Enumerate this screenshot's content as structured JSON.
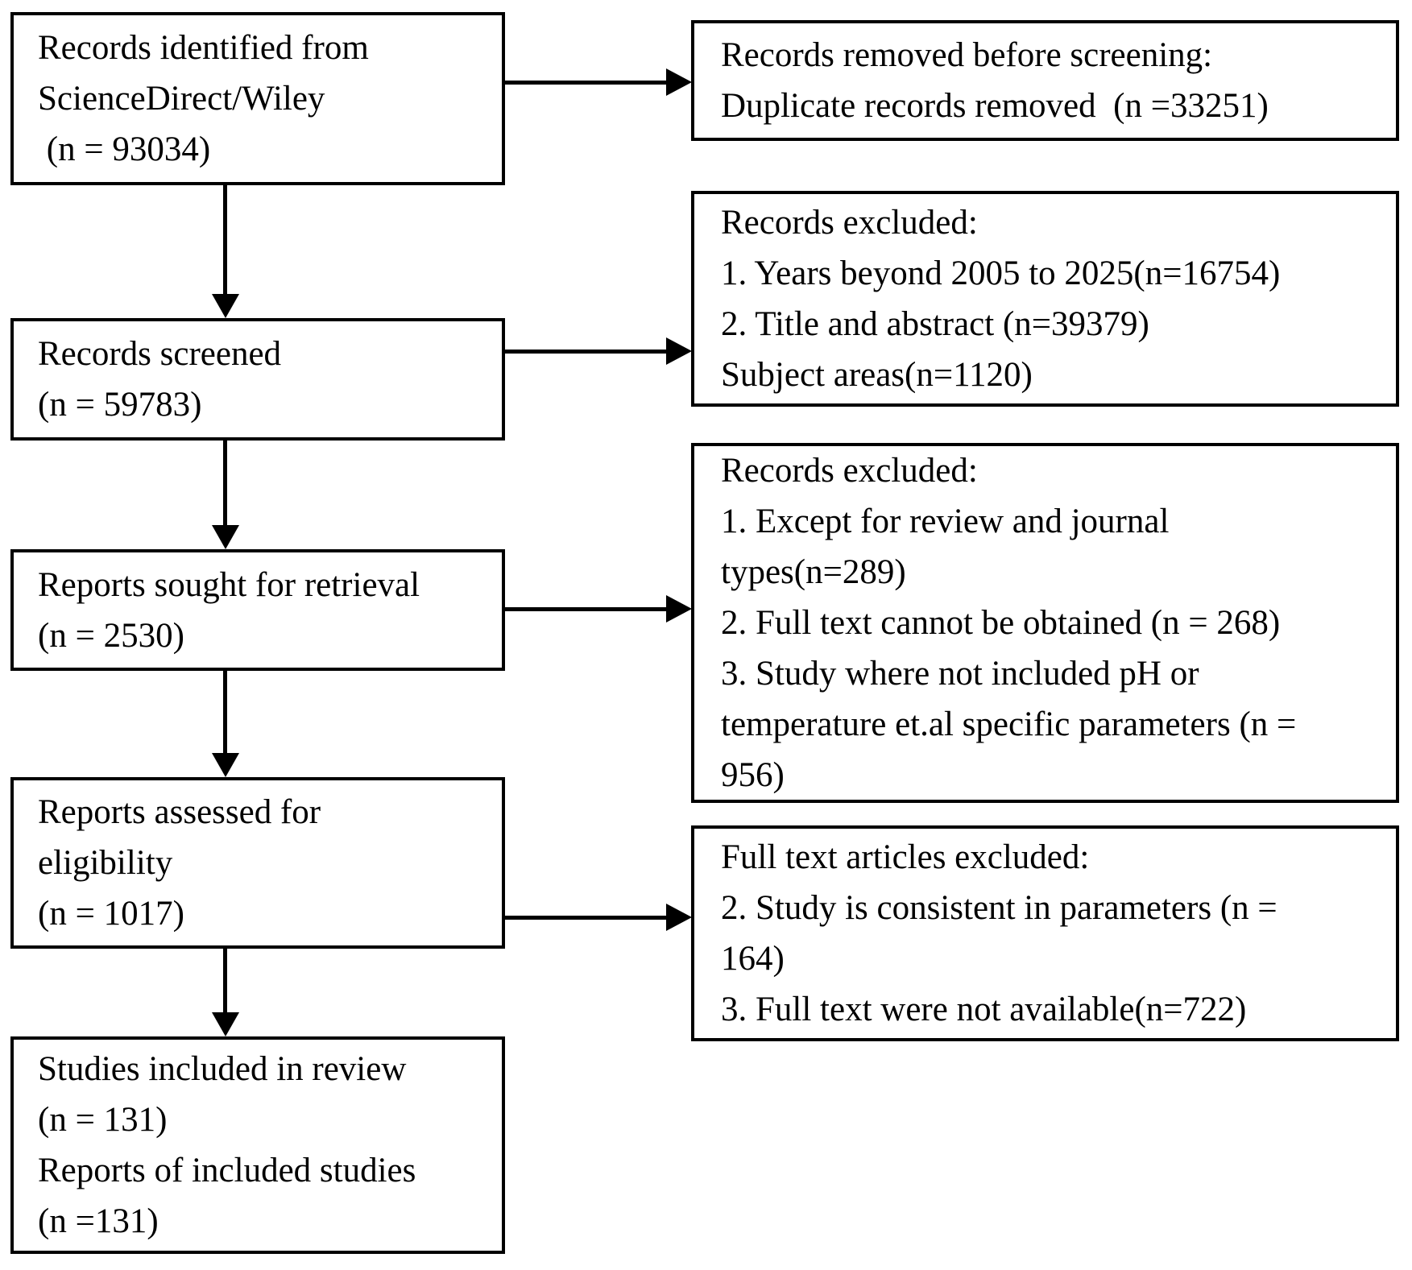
{
  "flowchart": {
    "colors": {
      "box_border": "#000000",
      "text": "#000000",
      "background": "#ffffff"
    },
    "left_column": [
      {
        "name": "records-identified",
        "lines": [
          "Records identified from",
          "ScienceDirect/Wiley",
          " (n = 93034)"
        ]
      },
      {
        "name": "records-screened",
        "lines": [
          "Records screened",
          "(n = 59783)"
        ]
      },
      {
        "name": "reports-sought",
        "lines": [
          "Reports sought for retrieval",
          "(n = 2530)"
        ]
      },
      {
        "name": "reports-assessed",
        "lines": [
          "Reports assessed for",
          "eligibility",
          "(n = 1017)"
        ]
      },
      {
        "name": "studies-included",
        "lines": [
          "Studies included in review",
          "(n = 131)",
          "Reports of included studies",
          "(n =131)"
        ]
      }
    ],
    "right_column": [
      {
        "name": "records-removed-before-screening",
        "lines": [
          "Records removed before screening:",
          "Duplicate records removed  (n =33251)"
        ]
      },
      {
        "name": "records-excluded-screening",
        "lines": [
          "Records excluded:",
          "1. Years beyond 2005 to 2025(n=16754)",
          "2. Title and abstract (n=39379)",
          "Subject areas(n=1120)"
        ]
      },
      {
        "name": "records-excluded-retrieval",
        "lines": [
          "Records excluded:",
          "1. Except for review and journal",
          "types(n=289)",
          "2. Full text cannot be obtained (n = 268)",
          "3. Study where not included pH or",
          "temperature et.al specific parameters (n =",
          "956)"
        ]
      },
      {
        "name": "full-text-articles-excluded",
        "lines": [
          "Full text articles excluded:",
          "2. Study is consistent in parameters (n =",
          "164)",
          "3. Full text were not available(n=722)"
        ]
      }
    ]
  }
}
